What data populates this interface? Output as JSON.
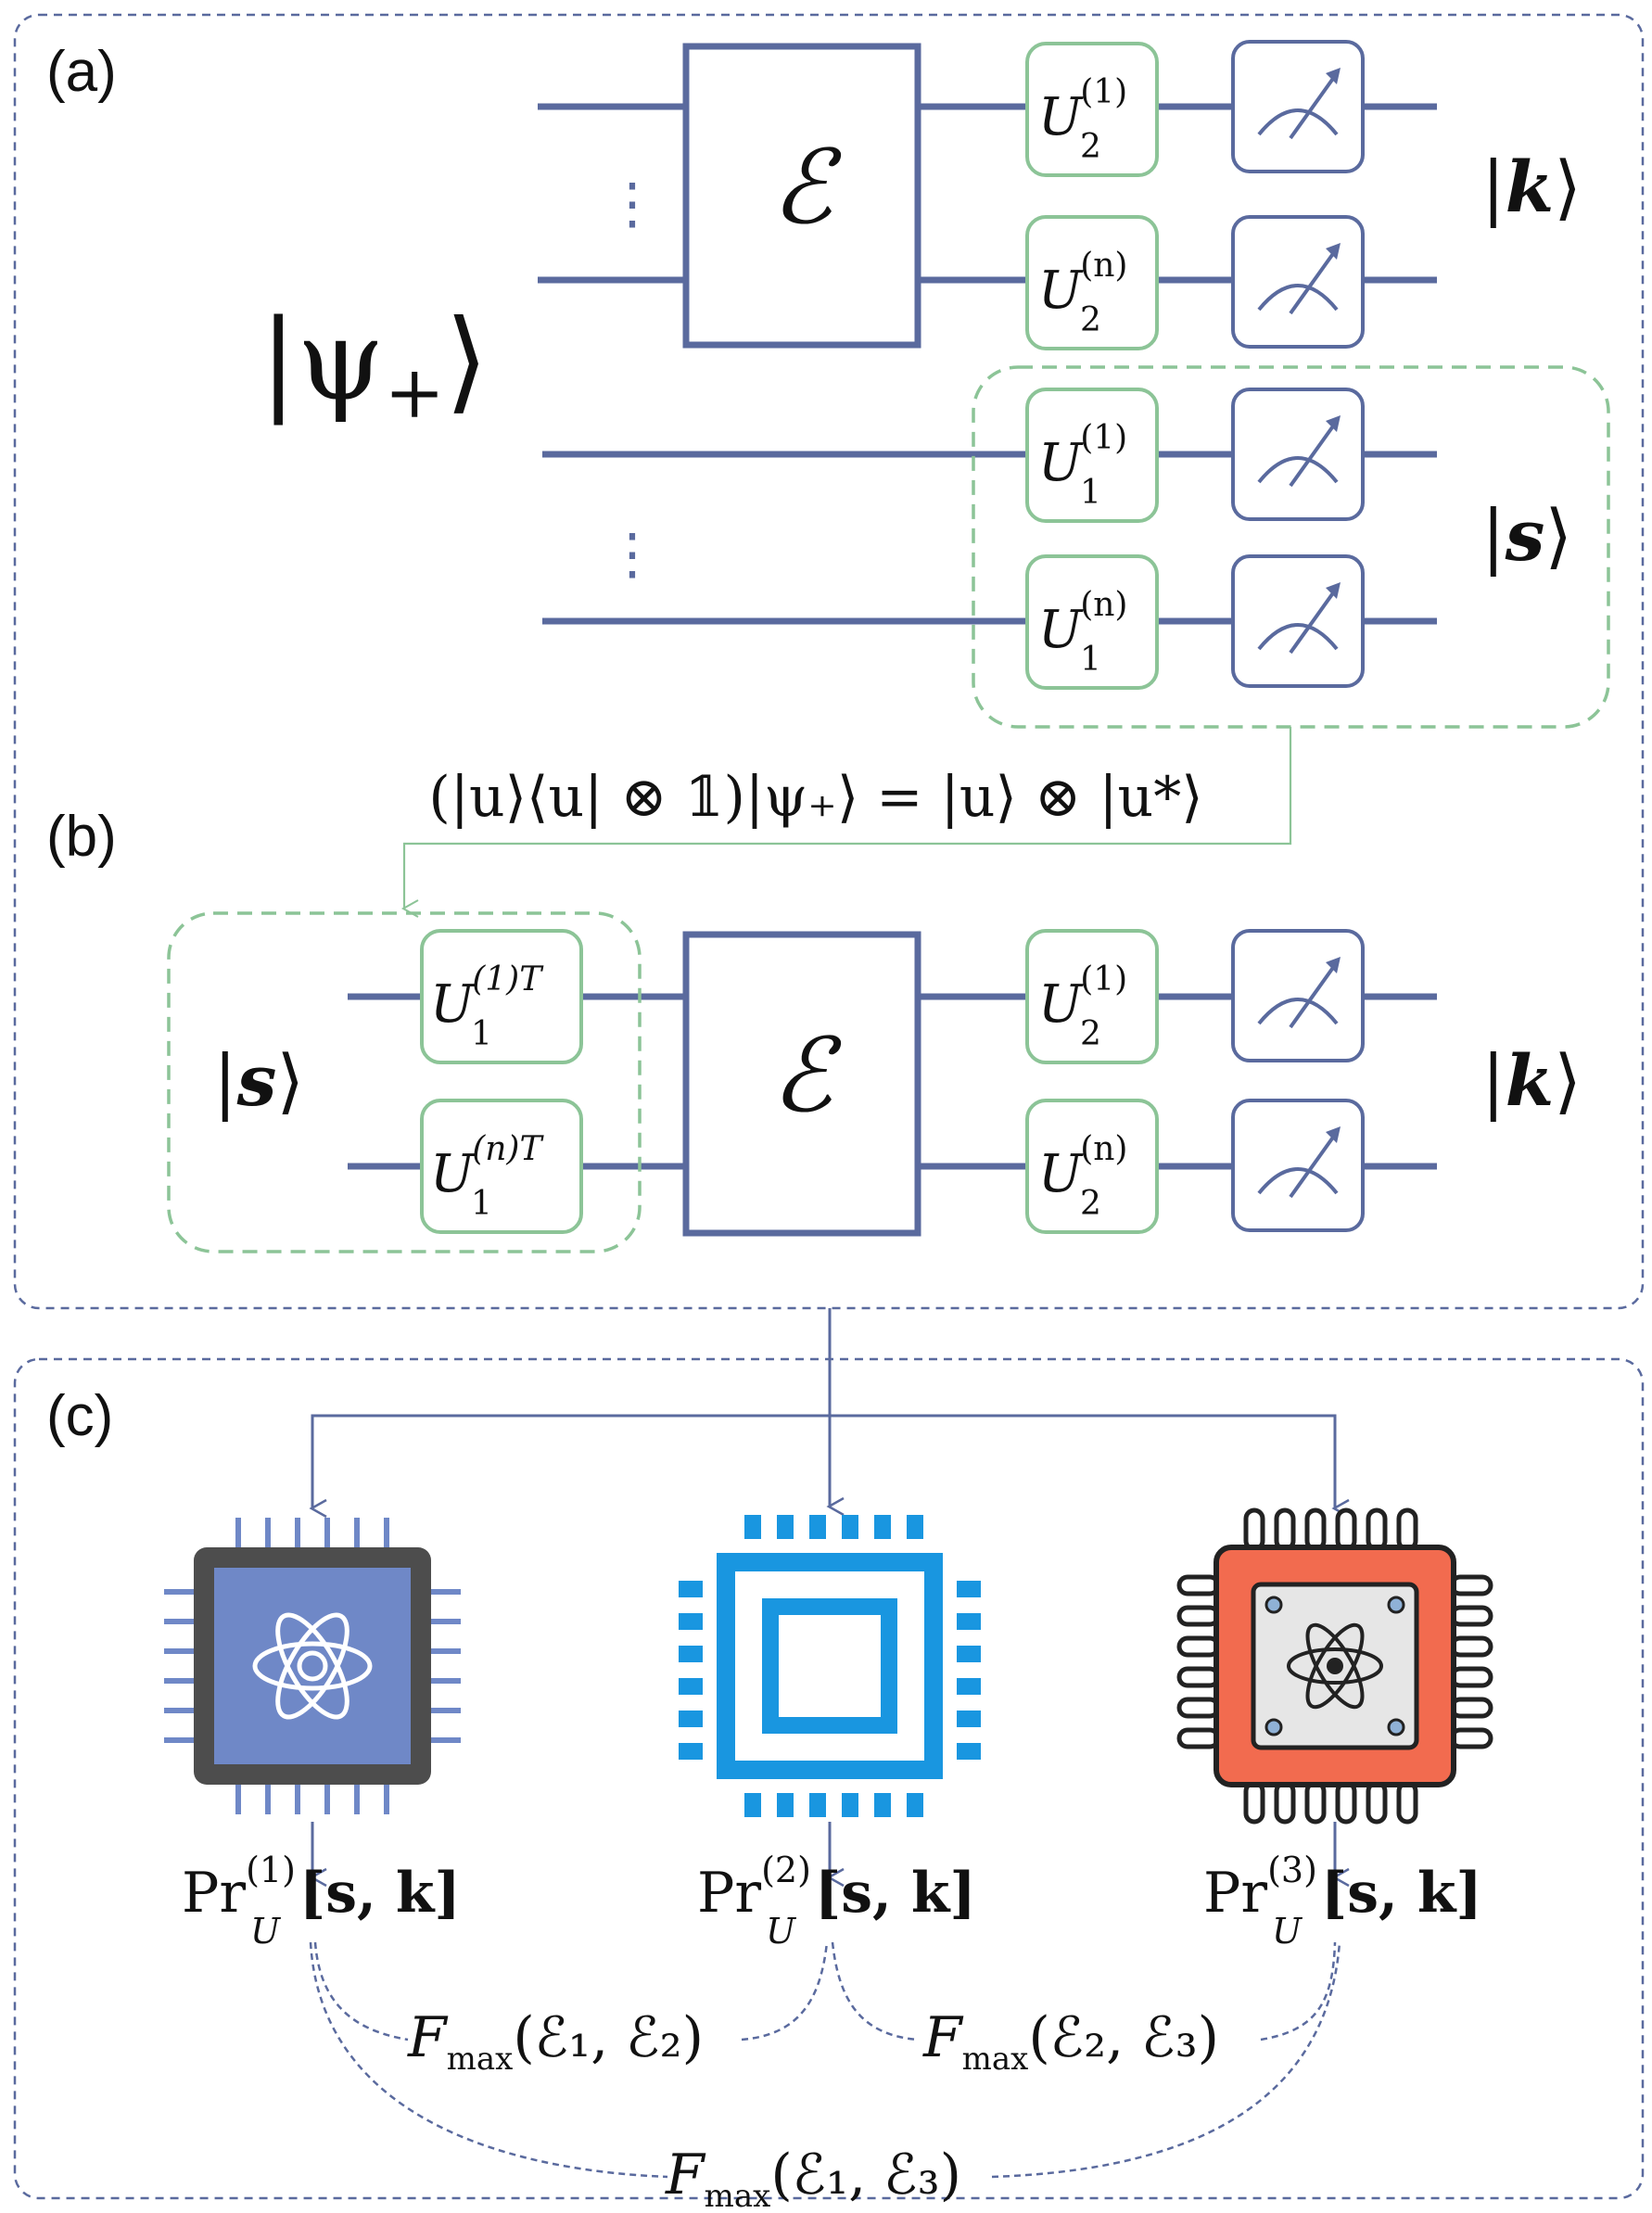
{
  "colors": {
    "wire": "#5a6a9e",
    "gate_green": "#8cc497",
    "dash_green": "#8cc497",
    "panel_border": "#5a6a9e",
    "chip1_fill": "#6f88c7",
    "chip1_border": "#4a4a4a",
    "chip2_blue": "#1996e0",
    "chip3_red": "#f26b4f",
    "chip3_dark": "#222222"
  },
  "panels": {
    "a": {
      "label": "(a)"
    },
    "b": {
      "label": "(b)"
    },
    "c": {
      "label": "(c)"
    }
  },
  "panel_a": {
    "input_state": {
      "ket": "|ψ",
      "sub": "+",
      "close": "⟩"
    },
    "channel": "ℰ",
    "output_k": {
      "open": "|",
      "sym": "k",
      "close": "⟩"
    },
    "output_s": {
      "open": "|",
      "sym": "s",
      "close": "⟩"
    },
    "gates_top": [
      {
        "base": "U",
        "sub": "2",
        "sup": "(1)"
      },
      {
        "base": "U",
        "sub": "2",
        "sup": "(n)"
      }
    ],
    "gates_bottom": [
      {
        "base": "U",
        "sub": "1",
        "sup": "(1)"
      },
      {
        "base": "U",
        "sub": "1",
        "sup": "(n)"
      }
    ],
    "dots": "⋮"
  },
  "transition_equation": "(|u⟩⟨u| ⊗ 𝟙)|ψ₊⟩ = |u⟩ ⊗ |u*⟩",
  "panel_b": {
    "input_s": {
      "open": "|",
      "sym": "s",
      "close": "⟩"
    },
    "channel": "ℰ",
    "output_k": {
      "open": "|",
      "sym": "k",
      "close": "⟩"
    },
    "gates_left": [
      {
        "base": "U",
        "sub": "1",
        "sup": "(1)T"
      },
      {
        "base": "U",
        "sub": "1",
        "sup": "(n)T"
      }
    ],
    "gates_right": [
      {
        "base": "U",
        "sub": "2",
        "sup": "(1)"
      },
      {
        "base": "U",
        "sub": "2",
        "sup": "(n)"
      }
    ]
  },
  "panel_c": {
    "devices": [
      {
        "icon": "quantum-chip-blue-icon",
        "prob": {
          "base": "Pr",
          "sub": "U",
          "sup": "(1)",
          "args": "[s, k]"
        }
      },
      {
        "icon": "processor-chip-icon",
        "prob": {
          "base": "Pr",
          "sub": "U",
          "sup": "(2)",
          "args": "[s, k]"
        }
      },
      {
        "icon": "quantum-chip-red-icon",
        "prob": {
          "base": "Pr",
          "sub": "U",
          "sup": "(3)",
          "args": "[s, k]"
        }
      }
    ],
    "fidelities": [
      {
        "F": "F",
        "sub": "max",
        "args": "(ℰ₁, ℰ₂)"
      },
      {
        "F": "F",
        "sub": "max",
        "args": "(ℰ₂, ℰ₃)"
      },
      {
        "F": "F",
        "sub": "max",
        "args": "(ℰ₁, ℰ₃)"
      }
    ]
  }
}
